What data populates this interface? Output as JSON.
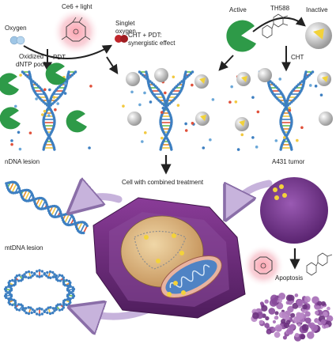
{
  "labels": {
    "oxygen": "Oxygen",
    "ce6_light": "Ce6 + light",
    "singlet_oxygen_1": "Singlet",
    "singlet_oxygen_2": "oxygen",
    "oxidized_pool_1": "Oxidized",
    "oxidized_pool_2": "dNTP pool",
    "pdt": "PDT",
    "cht_pdt_1": "CHT + PDT:",
    "cht_pdt_2": "synergistic effect",
    "active": "Active",
    "th588": "TH588",
    "inactive": "Inactive",
    "cht": "CHT",
    "ndna_lesion": "nDNA lesion",
    "combined_treatment": "Cell with combined treatment",
    "a431_tumor": "A431 tumor",
    "mtdna_lesion": "mtDNA lesion",
    "apoptosis": "Apoptosis"
  },
  "colors": {
    "arrow": "#222222",
    "purple_arrow": "#c7b3dc",
    "cell_purple": "#6b2a7a",
    "tumor_purple": "#7a3c94",
    "nucleus": "#d8b07a",
    "mitochondrion": "#c8876f",
    "dna_backbone": "#3d7fc1",
    "pacman_green": "#2e9a48",
    "inactive_yellow": "#f2d23a",
    "oxygen_blue": "#7fb2da",
    "singlet_red": "#c0262b",
    "ce6_glow": "#e66a7a"
  },
  "icons": [
    "dna-helix-icon",
    "pacman-enzyme-icon",
    "inactive-enzyme-icon",
    "ce6-molecule-icon",
    "th588-structure-icon",
    "oxygen-molecule-icon",
    "singlet-oxygen-icon",
    "cell-icon",
    "tumor-icon",
    "apoptosis-icon"
  ]
}
